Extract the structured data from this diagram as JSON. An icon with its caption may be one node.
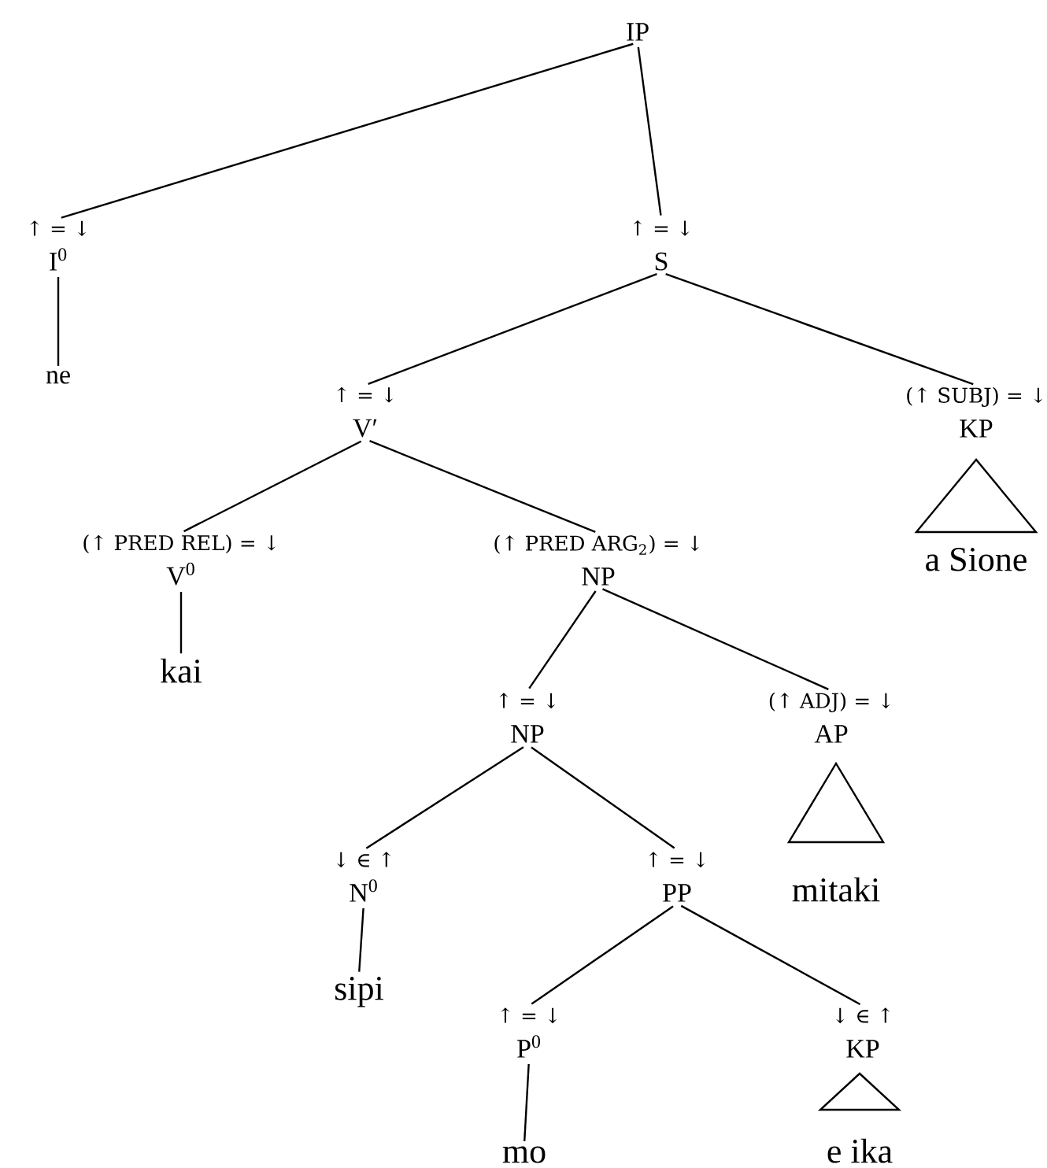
{
  "diagram": {
    "nodes": [
      {
        "text": [
          "IP"
        ]
      },
      {
        "text": [
          "I$^{0}$"
        ],
        "beside": [
          "↑ = ↓"
        ]
      },
      {
        "text": [
          "ne"
        ]
      },
      {
        "text": [
          "S"
        ],
        "beside": [
          "↑ = ↓"
        ]
      },
      {
        "text": [
          "V′"
        ],
        "beside": [
          "↑ = ↓"
        ]
      },
      {
        "text": [
          "KP"
        ],
        "beside": [
          "(↑ SUBJ) = ↓"
        ]
      },
      {
        "text": [
          "a Sione"
        ]
      },
      {
        "text": [
          "V$^{0}$"
        ],
        "beside": [
          "(↑ PRED REL) = ↓"
        ]
      },
      {
        "text": [
          "kai"
        ]
      },
      {
        "text": [
          "NP"
        ],
        "beside": [
          "(↑ PRED ARG$_{2}$) = ↓"
        ]
      },
      {
        "text": [
          "NP"
        ],
        "beside": [
          "↑ = ↓"
        ]
      },
      {
        "text": [
          "AP"
        ],
        "beside": [
          "(↑ ADJ) = ↓"
        ]
      },
      {
        "text": [
          "mitaki"
        ]
      },
      {
        "text": [
          "N$^{0}$"
        ],
        "beside": [
          "↓ ∈ ↑"
        ]
      },
      {
        "text": [
          "sipi"
        ]
      },
      {
        "text": [
          "PP"
        ],
        "beside": [
          "↑ = ↓"
        ]
      },
      {
        "text": [
          "P$^{0}$"
        ],
        "beside": [
          "↑ = ↓"
        ]
      },
      {
        "text": [
          "mo"
        ]
      },
      {
        "text": [
          "KP"
        ],
        "beside": [
          "↓ ∈ ↑"
        ]
      },
      {
        "text": [
          "e ika"
        ]
      }
    ],
    "edges": [
      {
        "from": 0,
        "to": 1,
        "arrow": "none"
      },
      {
        "from": 0,
        "to": 3,
        "arrow": "none"
      },
      {
        "from": 1,
        "to": 2,
        "arrow": "none"
      },
      {
        "from": 3,
        "to": 4,
        "arrow": "none"
      },
      {
        "from": 3,
        "to": 5,
        "arrow": "none"
      },
      {
        "from": 4,
        "to": 7,
        "arrow": "none"
      },
      {
        "from": 4,
        "to": 9,
        "arrow": "none"
      },
      {
        "from": 7,
        "to": 8,
        "arrow": "none"
      },
      {
        "from": 9,
        "to": 10,
        "arrow": "none"
      },
      {
        "from": 9,
        "to": 11,
        "arrow": "none"
      },
      {
        "from": 10,
        "to": 13,
        "arrow": "none"
      },
      {
        "from": 10,
        "to": 15,
        "arrow": "none"
      },
      {
        "from": 13,
        "to": 14,
        "arrow": "none"
      },
      {
        "from": 15,
        "to": 16,
        "arrow": "none"
      },
      {
        "from": 15,
        "to": 18,
        "arrow": "none"
      },
      {
        "from": 16,
        "to": 17,
        "arrow": "none"
      }
    ]
  }
}
